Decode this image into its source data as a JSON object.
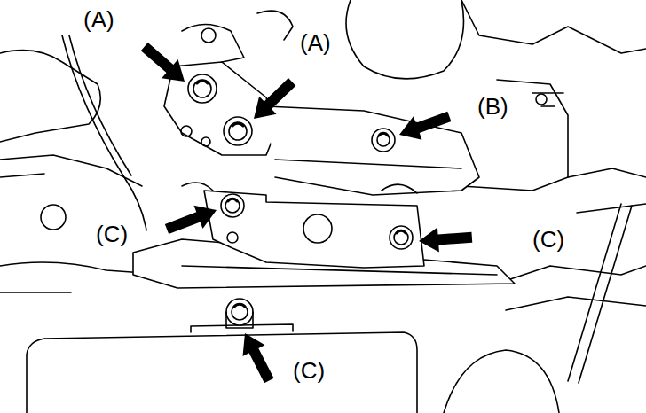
{
  "diagram": {
    "labels": [
      "(A)",
      "(A)",
      "(B)",
      "(C)",
      "(C)",
      "(C)"
    ]
  }
}
